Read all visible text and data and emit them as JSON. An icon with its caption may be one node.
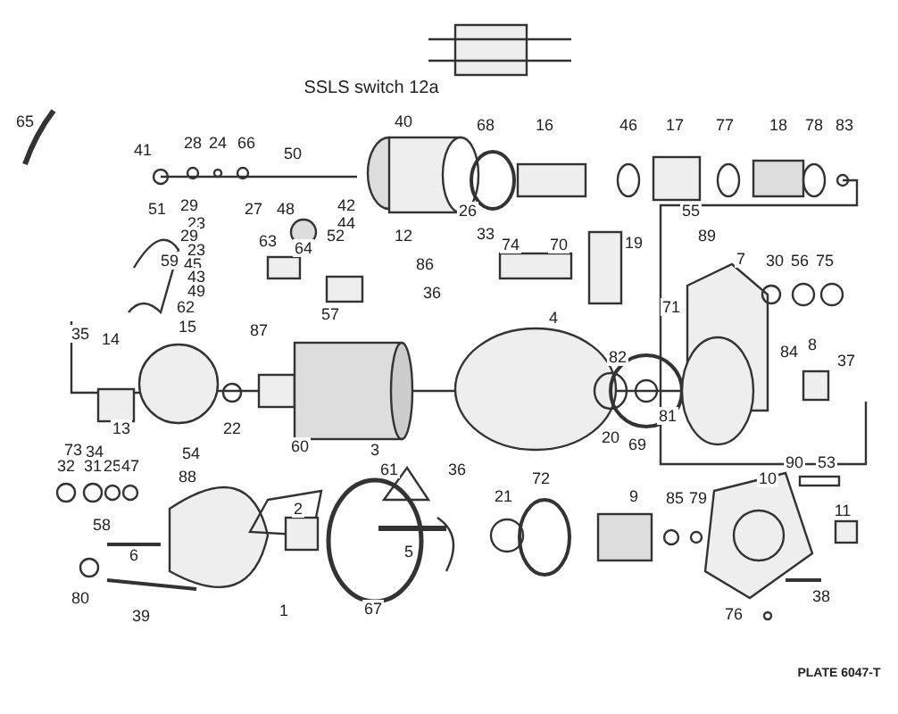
{
  "diagram": {
    "labels": [
      "SSLS switch 12a",
      "65",
      "40",
      "68",
      "16",
      "46",
      "17",
      "77",
      "18",
      "78",
      "83",
      "28",
      "24",
      "66",
      "41",
      "50",
      "51",
      "29",
      "27",
      "48",
      "42",
      "26",
      "55",
      "23",
      "44",
      "29",
      "52",
      "12",
      "33",
      "89",
      "23",
      "63",
      "64",
      "74",
      "70",
      "19",
      "59",
      "45",
      "86",
      "7",
      "30",
      "56",
      "75",
      "43",
      "49",
      "36",
      "62",
      "57",
      "4",
      "71",
      "35",
      "14",
      "15",
      "87",
      "82",
      "84",
      "8",
      "37",
      "13",
      "22",
      "20",
      "69",
      "81",
      "73",
      "34",
      "54",
      "60",
      "3",
      "32",
      "31",
      "25",
      "47",
      "36",
      "90",
      "53",
      "88",
      "61",
      "72",
      "10",
      "21",
      "9",
      "85",
      "79",
      "2",
      "11",
      "58",
      "6",
      "5",
      "80",
      "39",
      "1",
      "67",
      "76",
      "38",
      "PLATE 6047-T"
    ]
  }
}
